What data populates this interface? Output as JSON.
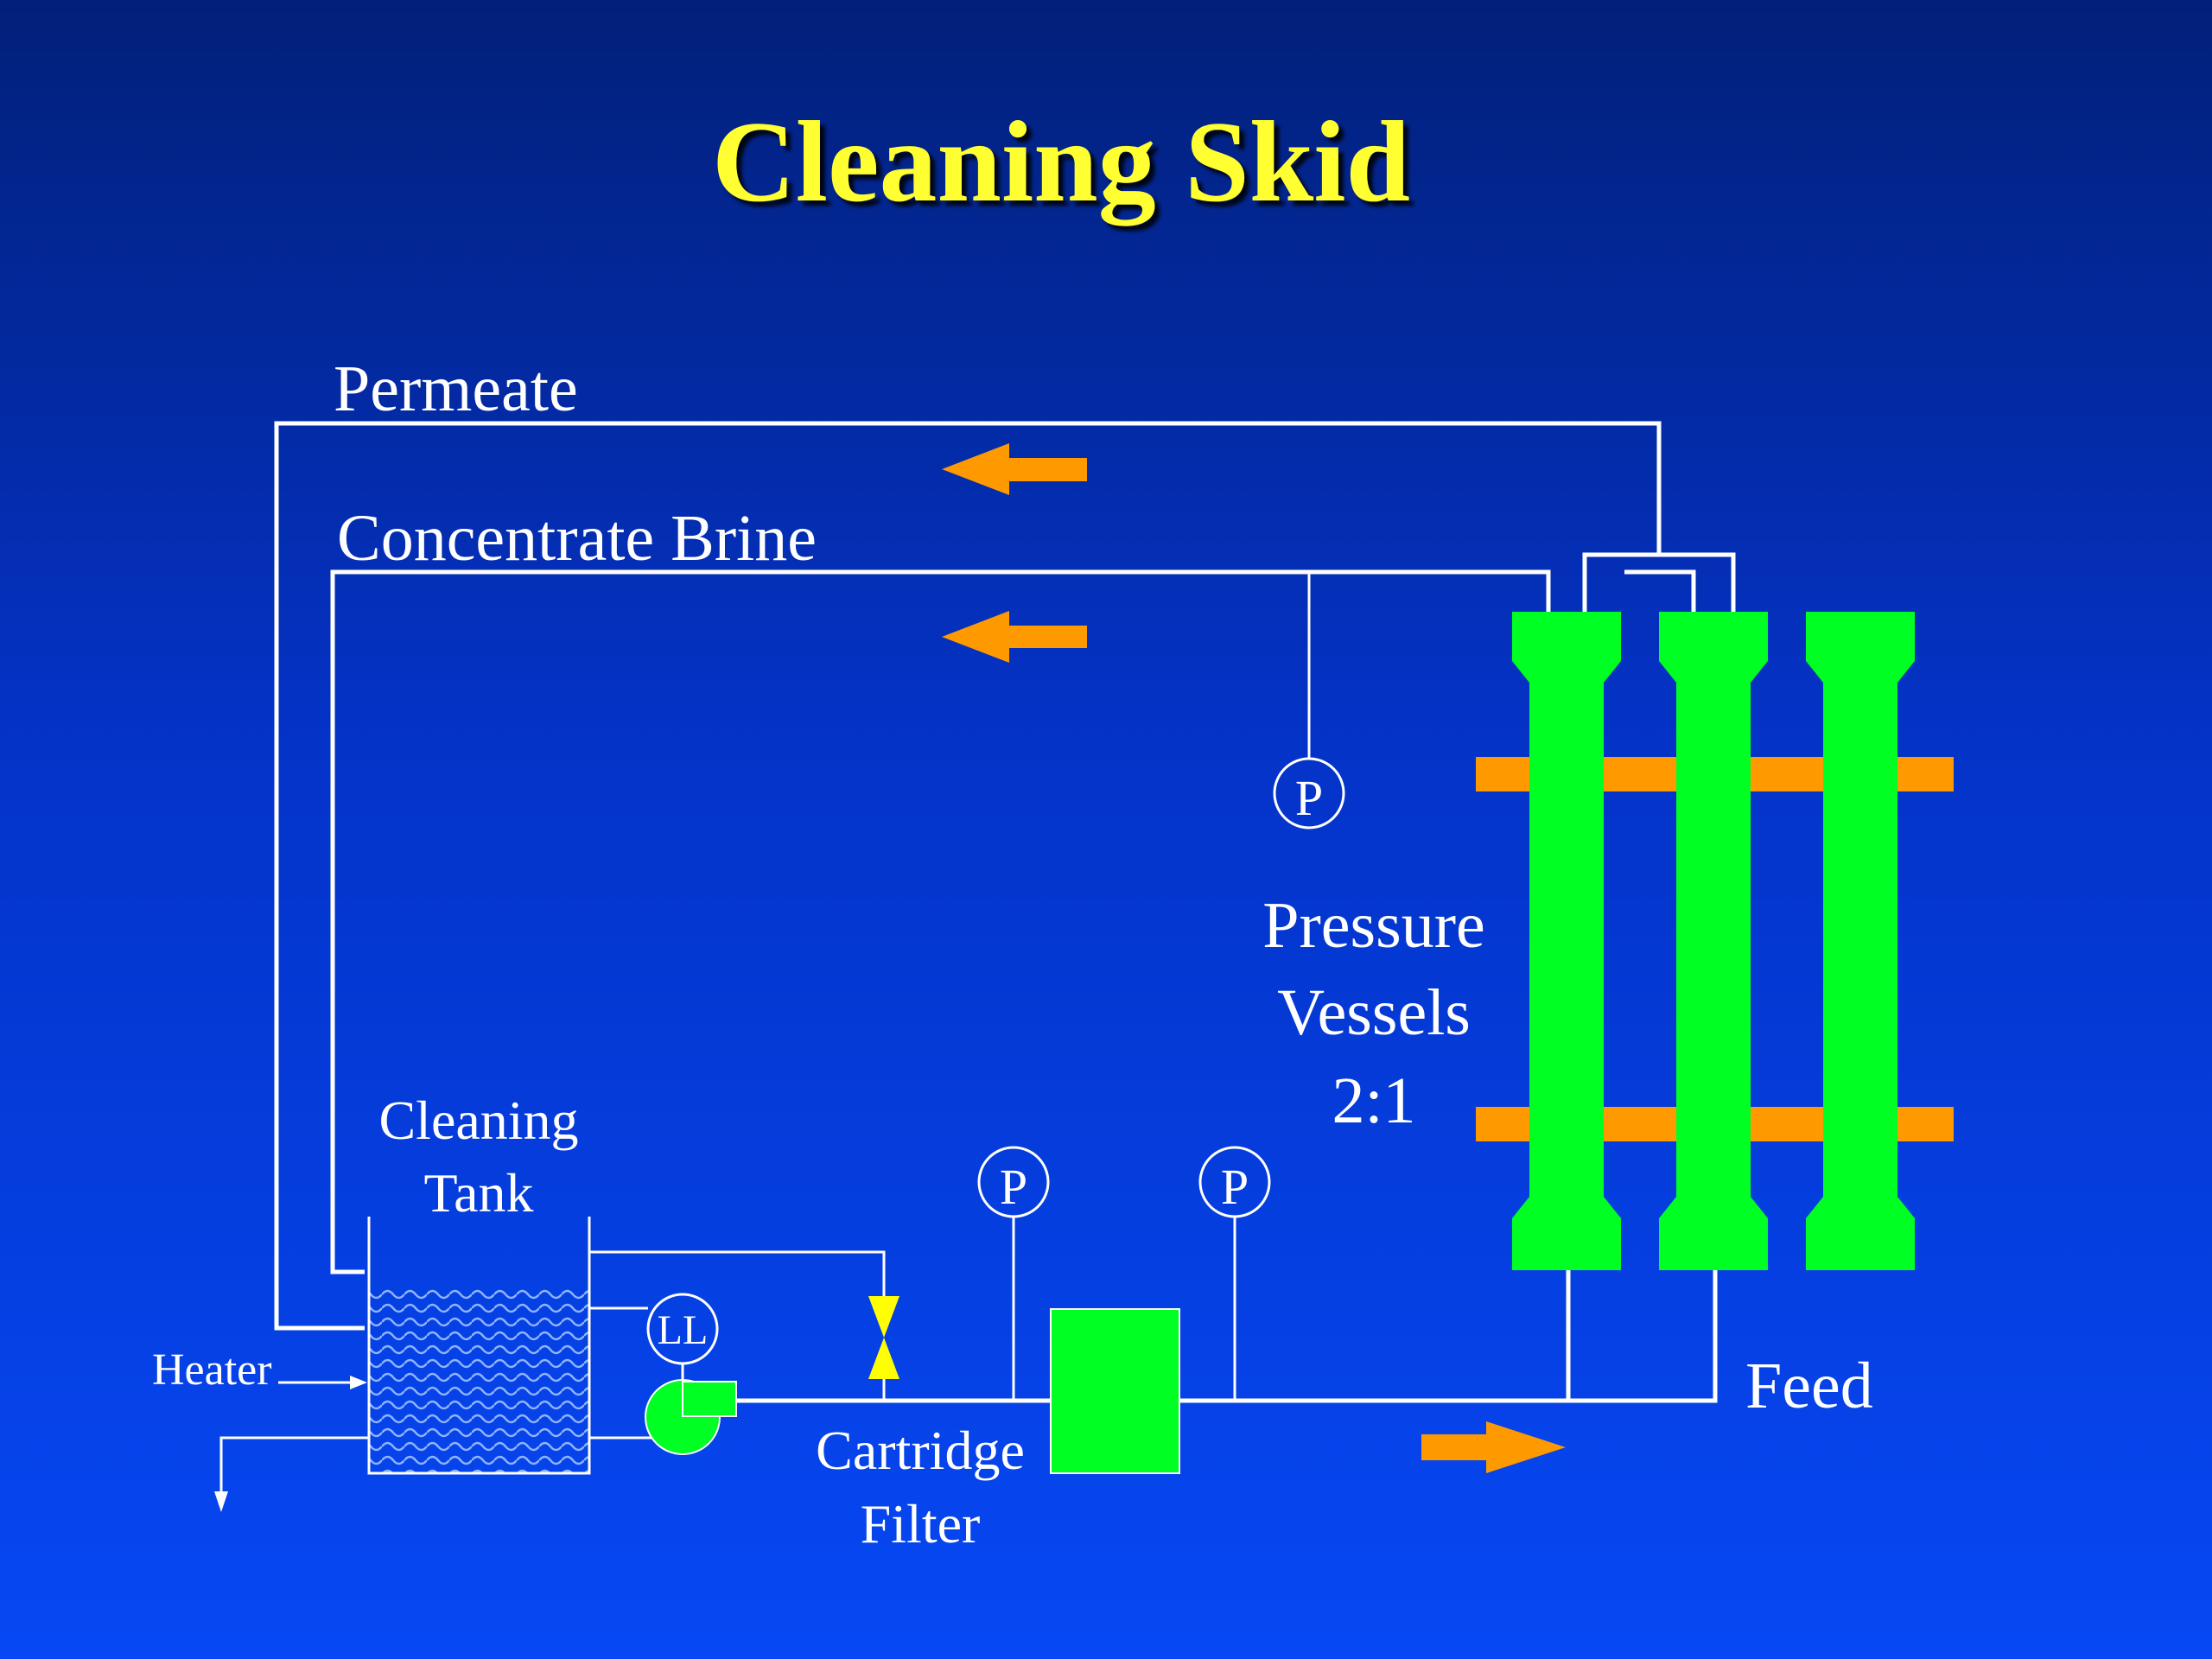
{
  "slide": {
    "title": "Cleaning Skid",
    "colors": {
      "background_top": "#02207a",
      "background_bottom": "#0648f4",
      "title": "#ffff33",
      "equipment": "#00ff22",
      "arrows_and_brackets": "#ff9900",
      "pipes_and_text": "#ffffff"
    }
  },
  "labels": {
    "permeate": "Permeate",
    "concentrate": "Concentrate Brine",
    "pressure_vessels": [
      "Pressure",
      "Vessels",
      "2:1"
    ],
    "cleaning_tank": [
      "Cleaning",
      "Tank"
    ],
    "heater": "Heater",
    "cartridge_filter": [
      "Cartridge",
      "Filter"
    ],
    "feed": "Feed"
  },
  "instruments": {
    "pressure_gauge": "P",
    "level_indicator": "LL"
  },
  "flow_arrows": [
    {
      "line": "permeate",
      "direction": "left"
    },
    {
      "line": "concentrate",
      "direction": "left"
    },
    {
      "line": "feed",
      "direction": "right"
    }
  ]
}
